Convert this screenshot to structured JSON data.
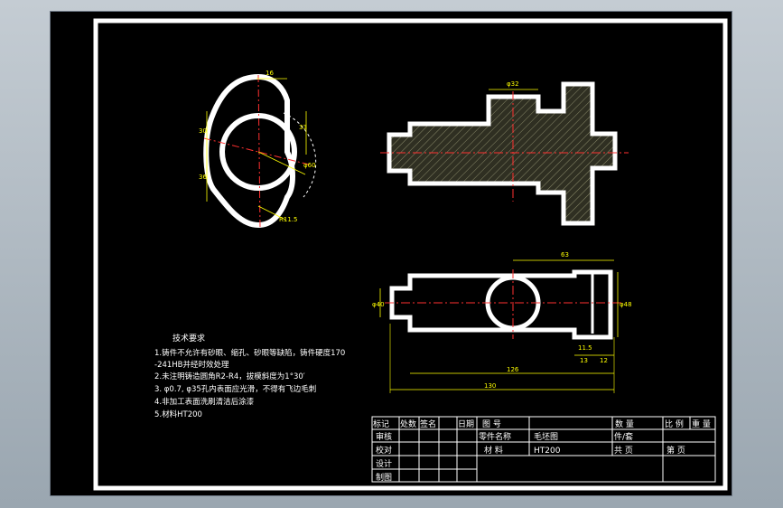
{
  "dimensions": {
    "left_view": {
      "top_width": "16",
      "left_upper": "30",
      "left_lower": "36",
      "right_height": "33",
      "phi": "φ60",
      "radius": "R11.5"
    },
    "top_view": {
      "phi": "φ32"
    },
    "bottom_view": {
      "overall_top": "63",
      "left_phi": "φ40",
      "right_phi": "φ48",
      "r": "11.5",
      "l1": "13",
      "l2": "12",
      "len126": "126",
      "len130": "130"
    }
  },
  "tech_requirements": {
    "title": "技术要求",
    "lines": [
      "1.铸件不允许有砂眼、缩孔、砂眼等缺陷，铸件硬度170",
      "-241HB并经时效处理",
      "2.未注明铸造圆角R2-R4，拔模斜度为1°30′",
      "3. φ0.7, φ35孔内表面应光滑，不得有飞边毛刺",
      "4.非加工表面洗刷清洁后涂漆",
      "5.材料HT200"
    ]
  },
  "title_block": {
    "row1": [
      "标记",
      "处数",
      "签名",
      "日期"
    ],
    "drawing_no_label": "图 号",
    "qty": "数 量",
    "scale": "比 例",
    "weight": "重 量",
    "review": "审核",
    "part_name_label": "零件名称",
    "part_name": "毛坯图",
    "piece": "件/套",
    "check": "校对",
    "material_label": "材 料",
    "material": "HT200",
    "total": "共  页",
    "sheet": "第  页",
    "design": "设计",
    "draw": "制图"
  }
}
